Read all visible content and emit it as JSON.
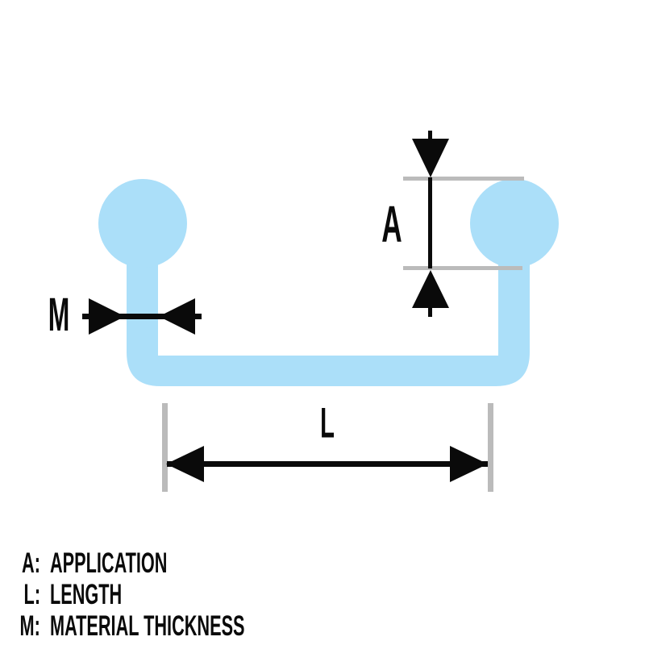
{
  "diagram": {
    "type": "jewelry-dimension-diagram",
    "subject": "surface-barbell",
    "dimension_labels": {
      "application": "A",
      "length": "L",
      "material_thickness": "M"
    },
    "colors": {
      "barbell_fill": "#ABDFF9",
      "extension_line": "#BBBBBB",
      "dimension_black": "#0A0A0A",
      "background": "#FFFFFF"
    }
  },
  "legend": {
    "items": [
      {
        "key": "A:",
        "label": "APPLICATION"
      },
      {
        "key": "L:",
        "label": "LENGTH"
      },
      {
        "key": "M:",
        "label": "MATERIAL THICKNESS"
      }
    ]
  }
}
